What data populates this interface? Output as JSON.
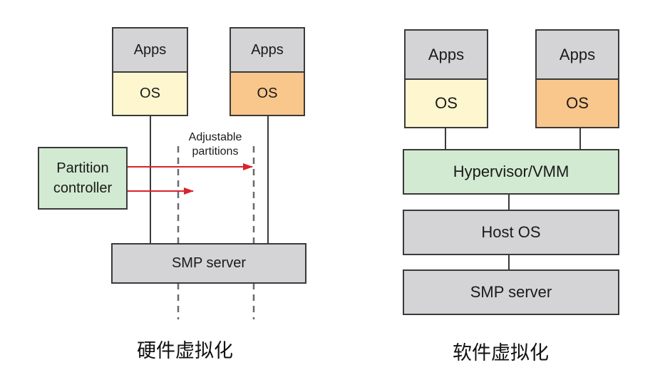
{
  "left": {
    "stack1": {
      "apps": "Apps",
      "os": "OS"
    },
    "stack2": {
      "apps": "Apps",
      "os": "OS"
    },
    "partition_controller": "Partition\ncontroller",
    "adjustable_partitions": "Adjustable\npartitions",
    "smp_server": "SMP server",
    "caption": "硬件虚拟化"
  },
  "right": {
    "stack1": {
      "apps": "Apps",
      "os": "OS"
    },
    "stack2": {
      "apps": "Apps",
      "os": "OS"
    },
    "hypervisor": "Hypervisor/VMM",
    "host_os": "Host OS",
    "smp_server": "SMP server",
    "caption": "软件虚拟化"
  },
  "colors": {
    "apps": "#d4d4d6",
    "os_light": "#fdf6cf",
    "os_orange": "#f9c68b",
    "controller": "#d2ead1",
    "arrow": "#d9232d",
    "border": "#3a3a3a"
  }
}
